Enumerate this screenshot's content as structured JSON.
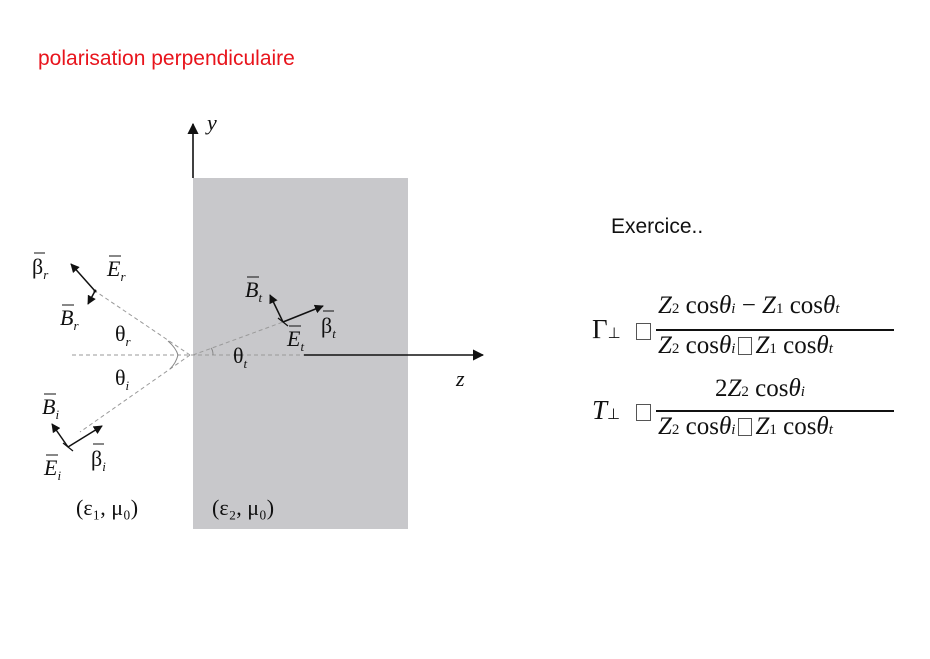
{
  "header": {
    "title": "polarisation perpendiculaire"
  },
  "side": {
    "exercise_label": "Exercice.."
  },
  "diagram": {
    "axis_y_label": "y",
    "axis_z_label": "z",
    "medium1_label": "(ε₁, μ₀)",
    "medium2_label": "(ε₂, μ₀)",
    "labels": {
      "beta_r": "β",
      "beta_r_sub": "r",
      "E_r": "E",
      "E_r_sub": "r",
      "B_r": "B",
      "B_r_sub": "r",
      "theta_r": "θ",
      "theta_r_sub": "r",
      "theta_i": "θ",
      "theta_i_sub": "i",
      "B_i": "B",
      "B_i_sub": "i",
      "E_i": "E",
      "E_i_sub": "i",
      "beta_i": "β",
      "beta_i_sub": "i",
      "B_t": "B",
      "B_t_sub": "t",
      "beta_t": "β",
      "beta_t_sub": "t",
      "E_t": "E",
      "E_t_sub": "t",
      "theta_t": "θ",
      "theta_t_sub": "t"
    },
    "colors": {
      "medium2": "#c8c8cb",
      "dash": "#9a9a9a",
      "stroke": "#111111"
    }
  },
  "equations": {
    "gamma": {
      "lhs": "Γ",
      "lhs_sub": "⊥",
      "numerator": {
        "t1_Z": "Z",
        "t1_sub": "2",
        "t1_cos": "cos",
        "t1_theta": "θ",
        "t1_theta_sub": "i",
        "op": "−",
        "t2_Z": "Z",
        "t2_sub": "1",
        "t2_cos": "cos",
        "t2_theta": "θ",
        "t2_theta_sub": "t"
      },
      "denominator": {
        "t1_Z": "Z",
        "t1_sub": "2",
        "t1_cos": "cos",
        "t1_theta": "θ",
        "t1_theta_sub": "i",
        "t2_Z": "Z",
        "t2_sub": "1",
        "t2_cos": "cos",
        "t2_theta": "θ",
        "t2_theta_sub": "t"
      }
    },
    "transmission": {
      "lhs": "T",
      "lhs_sub": "⊥",
      "numerator": {
        "coef": "2",
        "t1_Z": "Z",
        "t1_sub": "2",
        "t1_cos": "cos",
        "t1_theta": "θ",
        "t1_theta_sub": "i"
      },
      "denominator": {
        "t1_Z": "Z",
        "t1_sub": "2",
        "t1_cos": "cos",
        "t1_theta": "θ",
        "t1_theta_sub": "i",
        "t2_Z": "Z",
        "t2_sub": "1",
        "t2_cos": "cos",
        "t2_theta": "θ",
        "t2_theta_sub": "t"
      }
    }
  }
}
